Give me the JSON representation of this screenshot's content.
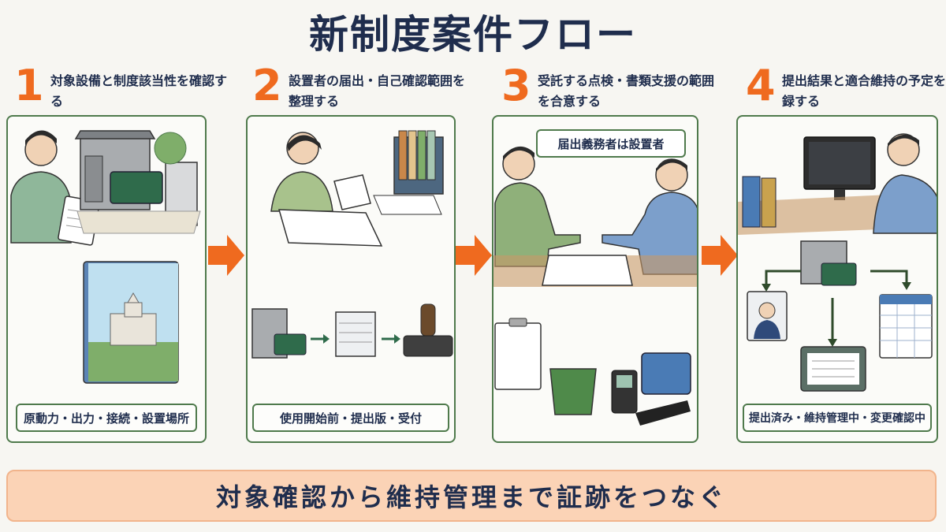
{
  "title": "新制度案件フロー",
  "steps": [
    {
      "num": "1",
      "title": "対象設備と制度該当性を確認する",
      "label": "原動力・出力・接続・設置場所"
    },
    {
      "num": "2",
      "title": "設置者の届出・自己確認範囲を整理する",
      "label": "使用開始前・提出版・受付"
    },
    {
      "num": "3",
      "title": "受託する点検・書類支援の範囲を合意する",
      "label": "",
      "note": "届出義務者は設置者"
    },
    {
      "num": "4",
      "title": "提出結果と適合維持の予定を登録する",
      "label": "提出済み・維持管理中・変更確認中"
    }
  ],
  "banner": "対象確認から維持管理まで証跡をつなぐ",
  "colors": {
    "accent": "#ef6a1f",
    "frame": "#4f7a4c",
    "navy": "#1f2d4d",
    "banner": "#fbd3b6"
  }
}
